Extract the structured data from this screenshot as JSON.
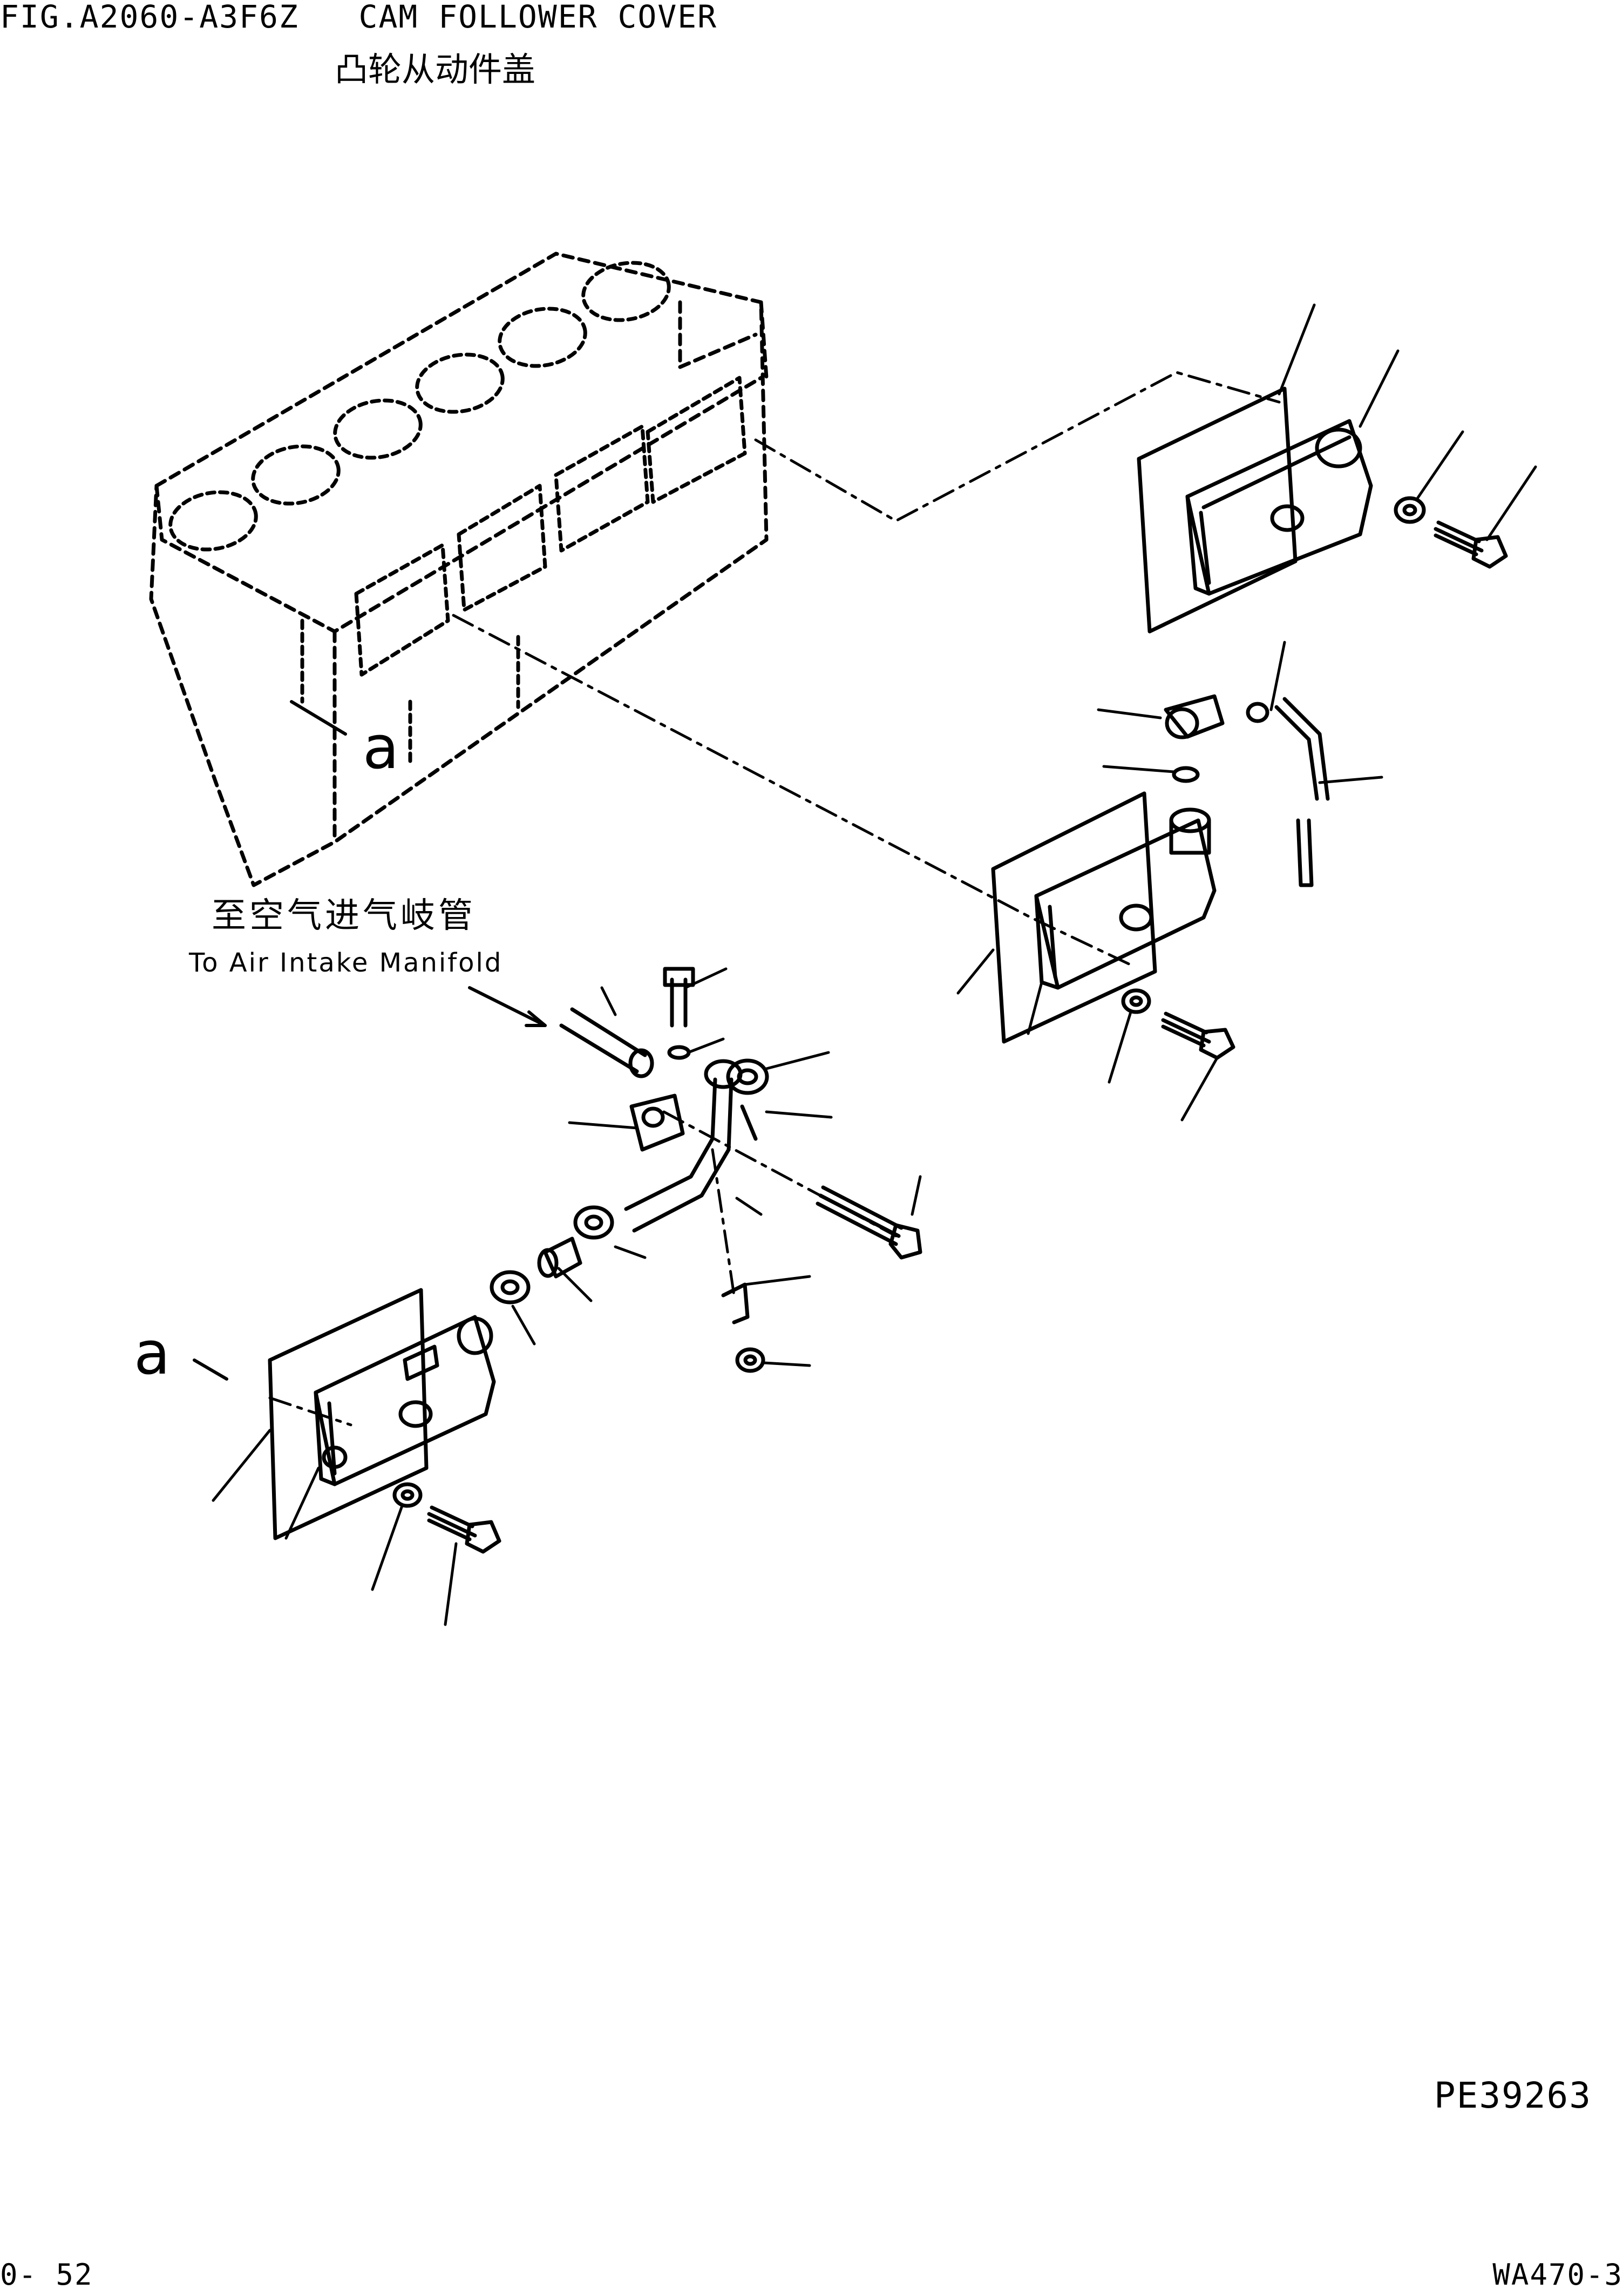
{
  "header": {
    "figure_label": "FIG.A2060-A3F6Z   CAM FOLLOWER COVER",
    "subtitle_zh": "凸轮从动件盖"
  },
  "annotations": {
    "to_intake_zh": "至空气进气岐管",
    "to_intake_en": "To Air Intake Manifold",
    "ref_a_top": "a",
    "ref_a_left": "a"
  },
  "footer": {
    "image_code": "PE39263",
    "page_number": "0- 52",
    "model_code": "WA470-3"
  }
}
